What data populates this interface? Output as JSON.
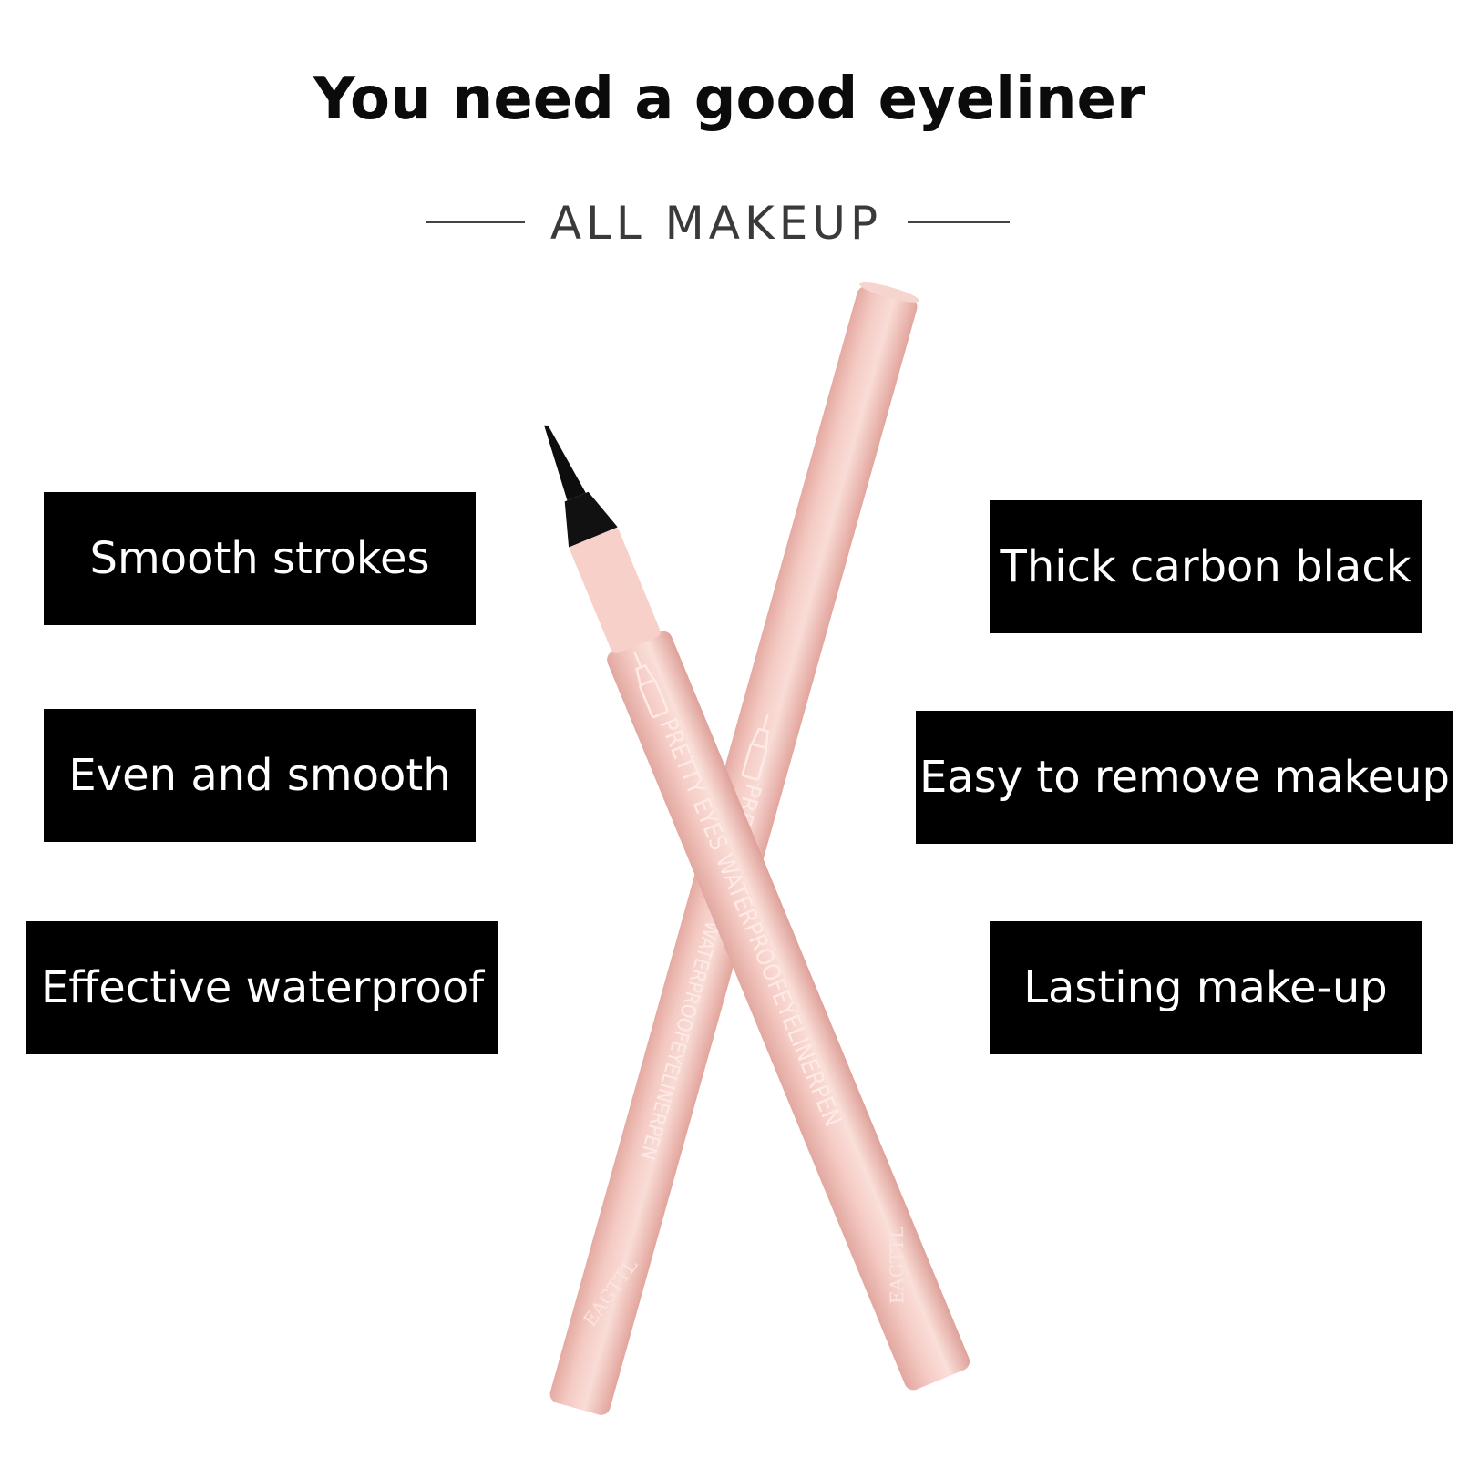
{
  "headline": "You need a good eyeliner",
  "brand_tag": "ALL MAKEUP",
  "features_left": [
    "Smooth strokes",
    "Even and smooth",
    "Effective waterproof"
  ],
  "features_right": [
    "Thick carbon black",
    "Easy to remove makeup",
    "Lasting make-up"
  ],
  "pen": {
    "label_front": "PRETTY EYES WATERPROOFEYELINERPEN",
    "label_back_1": "PRE",
    "label_back_2": "WATERPROOFEYELINERPEN",
    "logo": "EAGTTL"
  },
  "colors": {
    "pen_body": "#f2c3bb",
    "pen_shadow": "#e2a9a1",
    "pen_highlight": "#fbe0da",
    "tip": "#111111",
    "label_box": "#000000",
    "label_text": "#ffffff"
  }
}
